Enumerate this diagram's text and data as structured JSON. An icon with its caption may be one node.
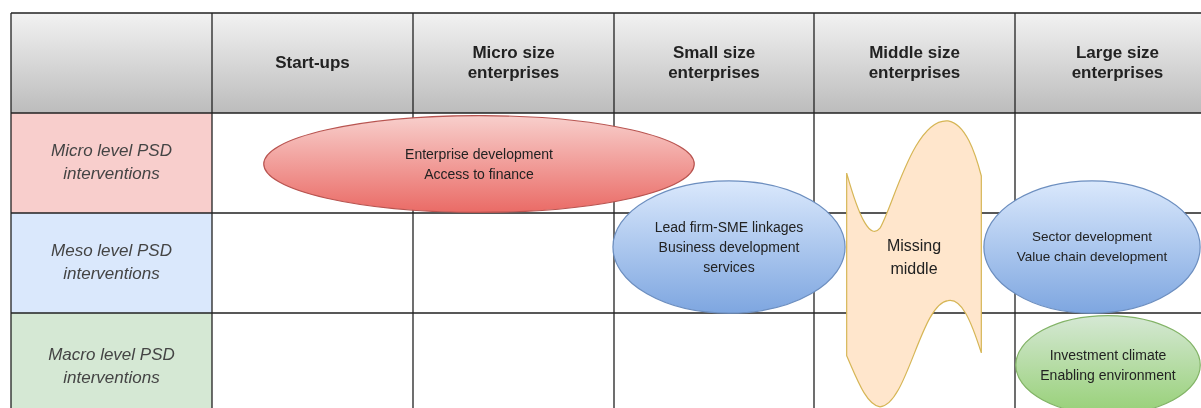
{
  "diagram": {
    "nodes": [
      {
        "text": [
          "Enterprise development",
          "Access to finance"
        ]
      },
      {
        "text": [
          "Lead firm-SME linkages",
          "Business development services"
        ]
      },
      {
        "text": [
          "Missing middle"
        ]
      },
      {
        "text": [
          "Sector development",
          "Value chain development"
        ]
      },
      {
        "text": [
          "Investment climate",
          "Enabling environment"
        ]
      }
    ],
    "labels": [
      "Start-ups",
      "Micro size enterprises",
      "Small size enterprises",
      "Middle size enterprises",
      "Large size enterprises",
      "Micro level PSD interventions",
      "Meso level PSD interventions",
      "Macro level PSD interventions"
    ]
  }
}
